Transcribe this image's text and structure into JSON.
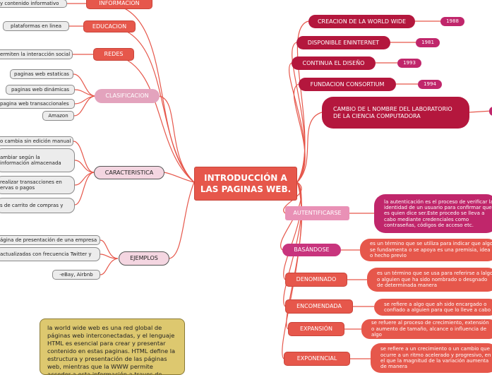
{
  "central": {
    "title": "INTRODUCCIÓN A LAS PAGINAS WEB."
  },
  "left": {
    "informacion": {
      "label": "INFORMACION",
      "detail": "y contenido informativo"
    },
    "educacion": {
      "label": "EDUCACION",
      "detail": "plataformas en linea"
    },
    "redes": {
      "label": "REDES",
      "detail": "ermiten la interacción social"
    },
    "clasificacion": {
      "label": "CLASIFICACION",
      "items": [
        "paginas web estaticas",
        "paginas web dinámicas",
        "pagina web transaccionales",
        "Amazon"
      ]
    },
    "caracteristica": {
      "label": "CARACTERISTICA",
      "items": [
        "o cambia sin edición manual",
        "ambiar según la\ninformación almacenada",
        "realizar transacciones en\nervas o pagos",
        "s de carrito de compras y"
      ]
    },
    "ejemplos": {
      "label": "EJEMPLOS",
      "items": [
        "ágina de presentación de una empresa",
        "actualizadas con frecuencia Twitter y",
        "-eBay, Airbnb"
      ]
    }
  },
  "note": {
    "text": "la world wide web es una red global de páginas web interconectadas, y el lenguaje HTML es esencial para crear y presentar contenido en estas paginas. HTML define la estructura y presentación de las páginas web, mientras que la WWW permite acceder a esta información a traves de navegadores"
  },
  "history": [
    {
      "label": "CREACION DE LA WORLD WIDE",
      "year": "1988"
    },
    {
      "label": "DISPONIBLE ENINTERNET",
      "year": "1981"
    },
    {
      "label": "CONTINUA EL DISEÑO",
      "year": "1993"
    },
    {
      "label": "FUNDACION CONSORTIUM",
      "year": "1994"
    },
    {
      "label": "CAMBIO DE L NOMBRE DEL LABORATORIO DE LA CIENCIA COMPUTADORA"
    }
  ],
  "terms": [
    {
      "label": "AUTENTIFICARSE",
      "desc": "la autenticación es el proceso de verificar la identidad de un usuario para confirmar que es quien dice ser.Este procedo se lleva a cabo mediante credenciales como contraseñas, códigos de acceso etc."
    },
    {
      "label": "BASÁNDOSE",
      "desc": "es un término que se utiliza para indicar que algo se fundamenta o se apoya es una premisia, idea o hecho previo"
    },
    {
      "label": "DENOMINADO",
      "desc": "es un término que se usa para referirse a lalgo o alguien que ha sido nombrado o desgnado de determinada manera"
    },
    {
      "label": "ENCOMENDADA",
      "desc": "se refiere a algo que ah sido encargado o confiado a alguien para que lo lleve a cabo"
    },
    {
      "label": "EXPANSIÓN",
      "desc": "se refuere al proceso de crecimiento, extensión o aumento de tamaño, alcance o influencia de algo"
    },
    {
      "label": "EXPONENCIAL",
      "desc": "se refiere a un crecimiento o un cambio que ocurre a un ritmo acelerado y progresivo, en el que la magnitud de la variación aumenta de manera"
    }
  ]
}
